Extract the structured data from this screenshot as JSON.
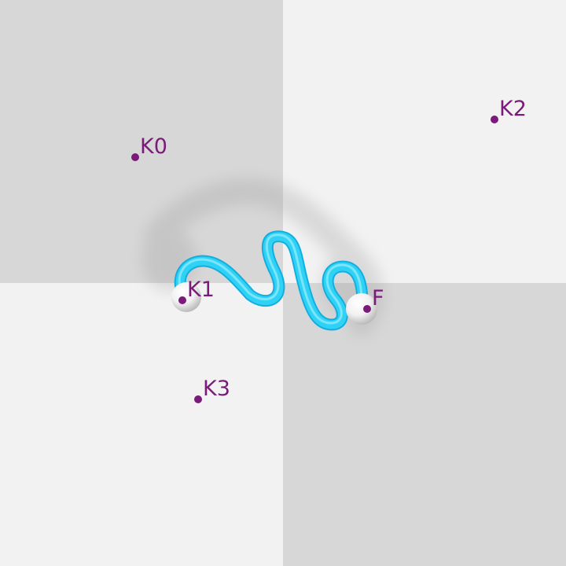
{
  "scene": {
    "colors": {
      "checker_dark": "#d8d7d7",
      "checker_light": "#f3f2f2",
      "label": "#7a1a7a",
      "tube": "#1ec8ee",
      "tube_highlight": "#7fe6fb",
      "sphere": "#ffffff"
    },
    "points": [
      {
        "id": "k0",
        "label": "K0"
      },
      {
        "id": "k1",
        "label": "K1"
      },
      {
        "id": "k2",
        "label": "K2"
      },
      {
        "id": "k3",
        "label": "K3"
      },
      {
        "id": "f",
        "label": "F"
      }
    ]
  }
}
